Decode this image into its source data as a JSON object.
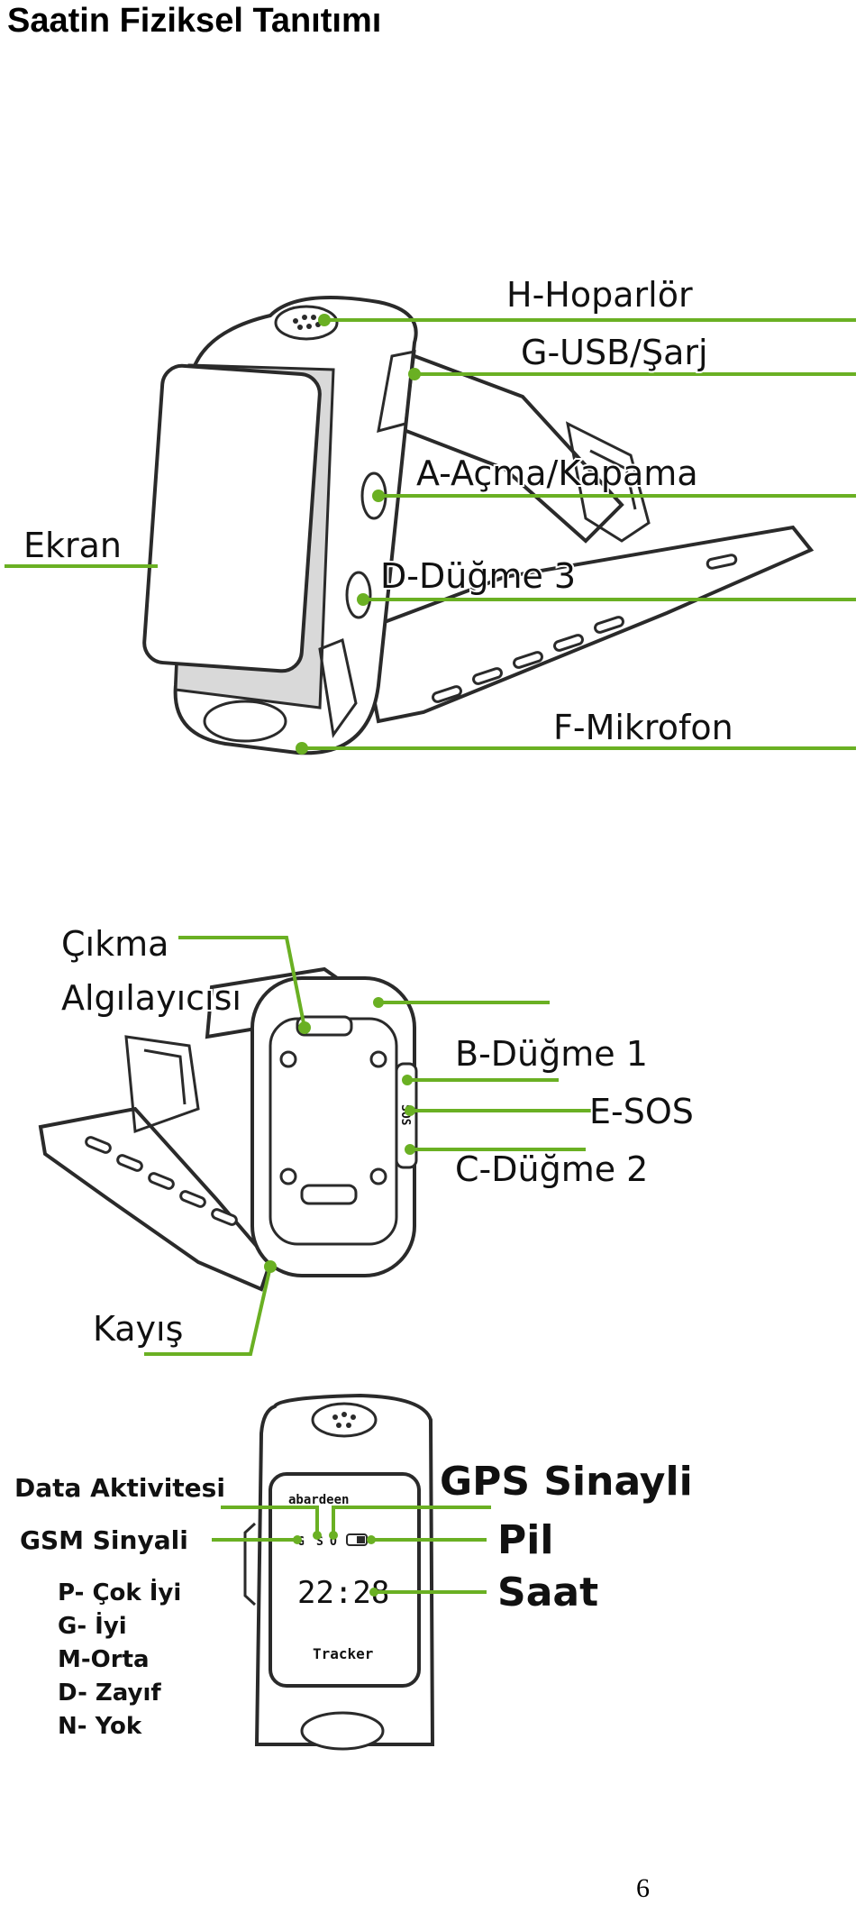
{
  "page": {
    "title": "Saatin Fiziksel Tanıtımı",
    "page_number": "6"
  },
  "figure1": {
    "labels": {
      "speaker": "H-Hoparlör",
      "usb": "G-USB/Şarj",
      "power": "A-Açma/Kapama",
      "screen": "Ekran",
      "button3": "D-Düğme 3",
      "mic": "F-Mikrofon"
    }
  },
  "figure2": {
    "labels": {
      "sensor": "Çıkma\nAlgılayıcısı",
      "sensor_line1": "Çıkma",
      "sensor_line2": "Algılayıcısı",
      "button1": "B-Düğme 1",
      "sos": "E-SOS",
      "button2": "C-Düğme 2",
      "strap": "Kayış",
      "side_text": "SOS"
    }
  },
  "figure3": {
    "labels": {
      "data_activity": "Data Aktivitesi",
      "gps": "GPS Sinayli",
      "gsm": "GSM Sinyali",
      "battery": "Pil",
      "time": "Saat"
    },
    "gsm_levels": [
      "P- Çok İyi",
      "G- İyi",
      "M-Orta",
      "D- Zayıf",
      "N- Yok"
    ],
    "screen": {
      "brand": "abardeen",
      "status_g": "G",
      "status_s": "S",
      "status_o": "O",
      "time": "22:28",
      "tracker": "Tracker"
    }
  },
  "colors": {
    "callout": "#6ab023",
    "outline": "#2a2a2a",
    "band": "#d9d9d9"
  }
}
